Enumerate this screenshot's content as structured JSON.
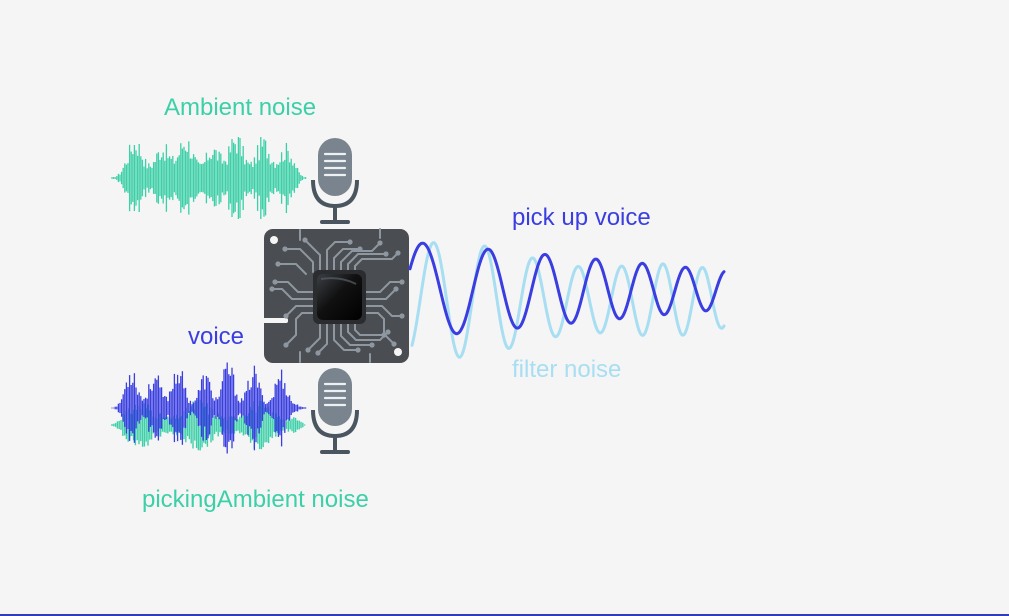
{
  "labels": {
    "ambient": "Ambient noise",
    "voice": "voice",
    "picking": "pickingAmbient noise",
    "pickup": "pick up voice",
    "filter": "filter noise"
  },
  "colors": {
    "background": "#f5f5f5",
    "teal": "#3dd0a8",
    "blue": "#3a3ee0",
    "light_blue": "#a8def2",
    "mic_gray": "#7a848f",
    "mic_dark": "#4a5560",
    "chip_body": "#4a4d52",
    "chip_core": "#1a1a1a",
    "trace": "#8e979f",
    "bottom_rule": "#2f3db8"
  },
  "icons": {
    "microphone": "microphone-icon",
    "chip": "processor-chip-icon"
  }
}
